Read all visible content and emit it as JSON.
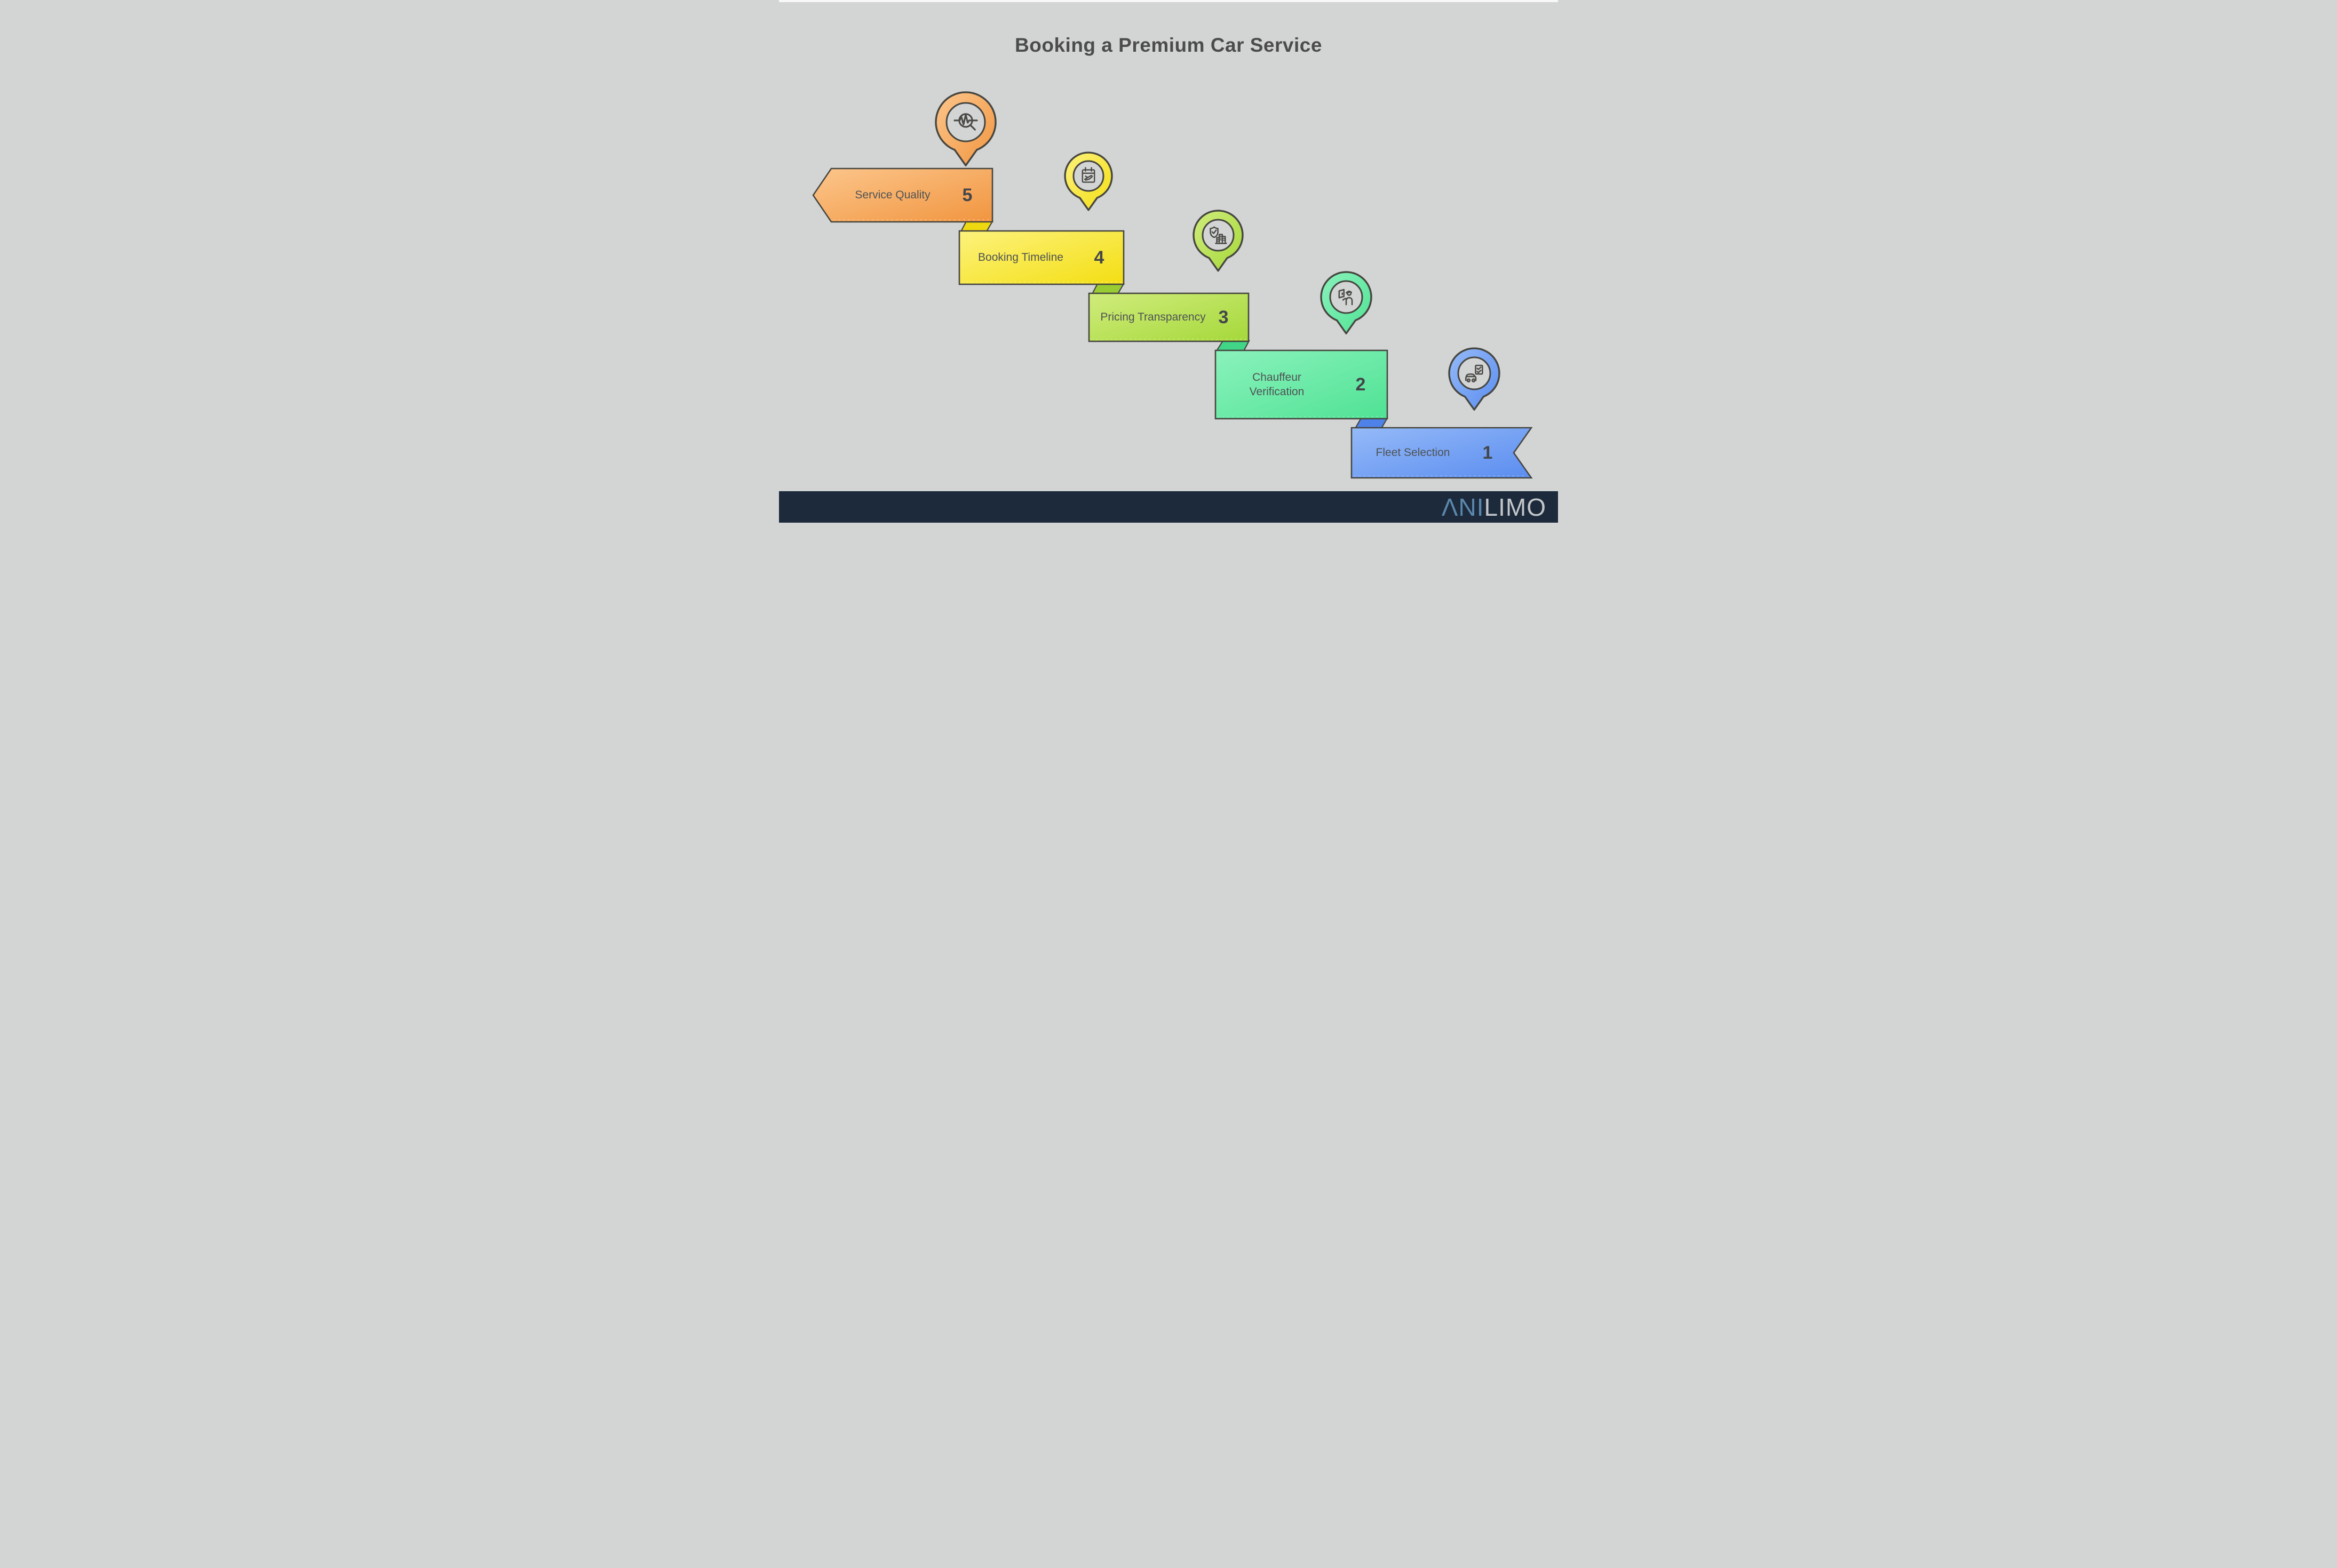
{
  "title": "Booking a Premium Car Service",
  "background_color": "#d3d4d4",
  "outline_color": "#464640",
  "steps": [
    {
      "number": "5",
      "label": "Service Quality",
      "color_light": "#fcc68c",
      "color_dark": "#f1953f",
      "icon": "quality-magnifier-pulse-icon"
    },
    {
      "number": "4",
      "label": "Booking Timeline",
      "color_light": "#fdf27d",
      "color_dark": "#f3de12",
      "icon": "calendar-departure-icon"
    },
    {
      "number": "3",
      "label": "Pricing Transparency",
      "color_light": "#d0ec7c",
      "color_dark": "#a5d83a",
      "icon": "shield-check-building-icon"
    },
    {
      "number": "2",
      "label": "Chauffeur Verification",
      "color_light": "#8bf2bc",
      "color_dark": "#4fe294",
      "icon": "chauffeur-door-icon"
    },
    {
      "number": "1",
      "label": "Fleet Selection",
      "color_light": "#95baf8",
      "color_dark": "#5b8df0",
      "icon": "car-checklist-icon"
    }
  ],
  "footer": {
    "bg_color": "#1c2a3c",
    "brand_primary": "ΛNI",
    "brand_secondary": "LIMO",
    "brand_primary_color": "#5b87ac",
    "brand_secondary_color": "#c3c6c9"
  }
}
